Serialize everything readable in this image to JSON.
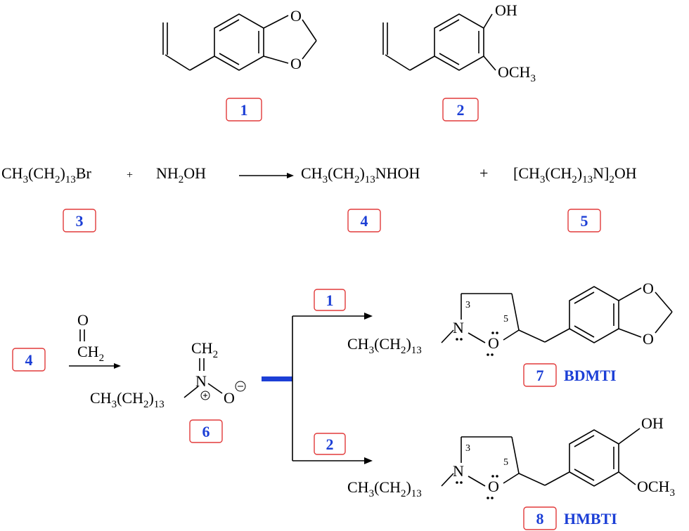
{
  "compounds": {
    "c1": "1",
    "c2": "2",
    "c3": "3",
    "c4": "4",
    "c5": "5",
    "c6": "6",
    "c7": "7",
    "c8": "8",
    "c7_name": "BDMTI",
    "c8_name": "HMBTI"
  },
  "atoms": {
    "O": "O",
    "OH": "OH",
    "OCH": "OCH",
    "three": "3",
    "N": "N",
    "CH": "CH",
    "two": "2",
    "thirteen": "13",
    "ring3": "3",
    "ring5": "5"
  },
  "reaction1": {
    "r1_text_a": "CH",
    "r1_text_b": "(CH",
    "r1_text_c": ")",
    "r1_text_d": "Br",
    "plus1": "+",
    "r2_text_a": "NH",
    "r2_text_b": "OH",
    "p1_text_d": "NHOH",
    "plus2": "+",
    "p2_text_a": "[CH",
    "p2_text_d": "N]",
    "p2_text_e": "OH"
  },
  "reaction2": {
    "reagent_o": "O",
    "reagent_ch": "CH",
    "reagent_sub": "2",
    "route1": "1",
    "route2": "2"
  },
  "colors": {
    "label_blue": "#1c3fd6",
    "box_red": "#e23a3a",
    "thick_bar": "#1c3fd6"
  }
}
